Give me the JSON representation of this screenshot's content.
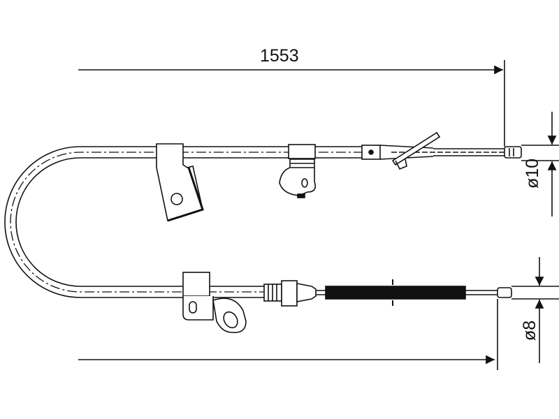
{
  "dimensions": {
    "length": "1553",
    "diameter_top": "ø10",
    "diameter_bottom": "ø8"
  },
  "colors": {
    "line": "#111111",
    "background": "#ffffff"
  }
}
